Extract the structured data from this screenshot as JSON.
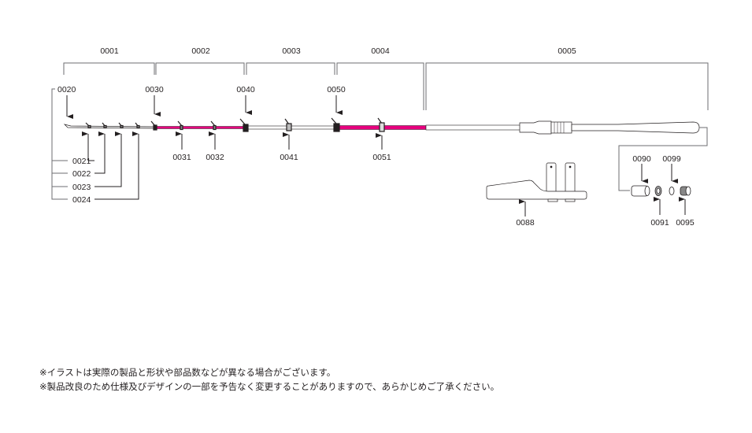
{
  "sections": {
    "s1": "0001",
    "s2": "0002",
    "s3": "0003",
    "s4": "0004",
    "s5": "0005"
  },
  "parts": {
    "p0020": "0020",
    "p0021": "0021",
    "p0022": "0022",
    "p0023": "0023",
    "p0024": "0024",
    "p0030": "0030",
    "p0031": "0031",
    "p0032": "0032",
    "p0040": "0040",
    "p0041": "0041",
    "p0050": "0050",
    "p0051": "0051",
    "p0088": "0088",
    "p0090": "0090",
    "p0091": "0091",
    "p0095": "0095",
    "p0099": "0099"
  },
  "colors": {
    "accent": "#e6007e",
    "line": "#6d6e71",
    "ink": "#231f20"
  },
  "notes": [
    "※イラストは実際の製品と形状や部品数などが異なる場合がございます。",
    "※製品改良のため仕様及びデザインの一部を予告なく変更することがありますので、あらかじめご了承ください。"
  ]
}
